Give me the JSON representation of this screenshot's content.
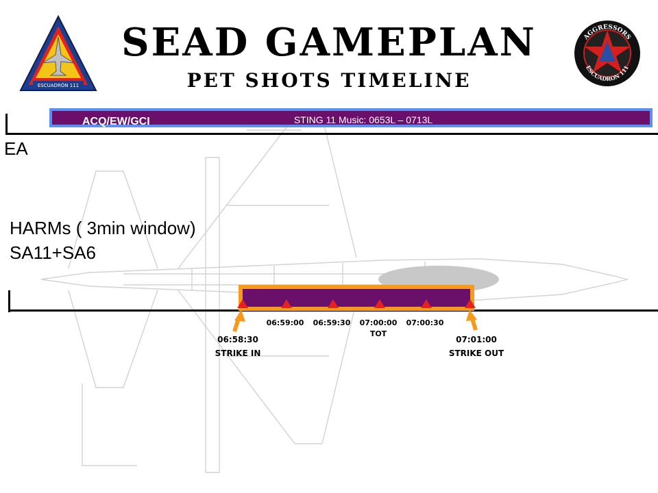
{
  "title": "SEAD GAMEPLAN",
  "subtitle": "PET SHOTS TIMELINE",
  "left_emblem": {
    "text": "ESCUADRÓN 111"
  },
  "right_emblem": {
    "top_text": "AGGRESSORS",
    "bottom_text": "ESCUADRON 111"
  },
  "acq_row": {
    "label": "ACQ/EW/GCI",
    "music": "STING 11 Music: 0653L – 0713L"
  },
  "ea_label": "EA",
  "harms": {
    "line1": "HARMs ( 3min window)",
    "line2": "SA11+SA6"
  },
  "timeline": {
    "start": {
      "time": "06:58:30",
      "label": "STRIKE IN"
    },
    "end": {
      "time": "07:01:00",
      "label": "STRIKE OUT"
    },
    "ticks": [
      {
        "time": "06:59:00",
        "sub": ""
      },
      {
        "time": "06:59:30",
        "sub": ""
      },
      {
        "time": "07:00:00",
        "sub": "TOT"
      },
      {
        "time": "07:00:30",
        "sub": ""
      }
    ]
  },
  "colors": {
    "bar_fill": "#6a0f6a",
    "acq_border": "#5b8ff0",
    "harm_border": "#f59a1d",
    "marker": "#e8201f",
    "arrow": "#f59a1d"
  },
  "icons": [
    "jet-background-icon",
    "escuadron-111-emblem-icon",
    "aggressors-emblem-icon",
    "red-triangle-marker-icon",
    "orange-arrow-icon"
  ]
}
